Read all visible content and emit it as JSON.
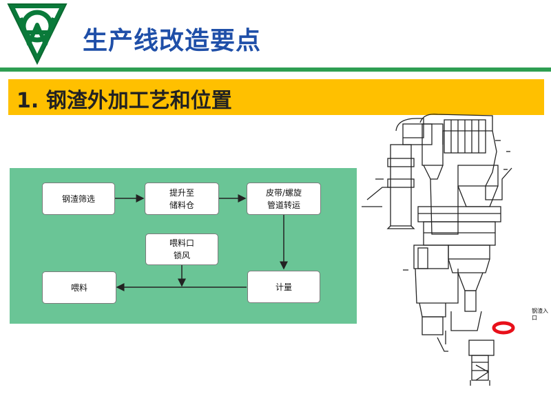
{
  "header": {
    "title": "生产线改造要点",
    "logo_icon": "company-logo-icon"
  },
  "section": {
    "title": "1. 钢渣外加工艺和位置"
  },
  "flow": {
    "boxes": [
      {
        "id": "screening",
        "label": "钢渣筛选"
      },
      {
        "id": "lift",
        "label": "提升至\n储料仓"
      },
      {
        "id": "conveyor",
        "label": "皮带/螺旋\n管道转运"
      },
      {
        "id": "airlock",
        "label": "喂料口\n锁风"
      },
      {
        "id": "feeding",
        "label": "喂料"
      },
      {
        "id": "metering",
        "label": "计量"
      }
    ]
  },
  "diagram": {
    "callout_label": "钢渣入\n口",
    "icon": "preheater-tower-drawing-icon"
  },
  "colors": {
    "title_blue": "#1f4fa8",
    "rule_green": "#2e9e52",
    "section_bar": "#ffc000",
    "flow_panel": "#6ac596",
    "callout_ring": "#e8101a"
  }
}
